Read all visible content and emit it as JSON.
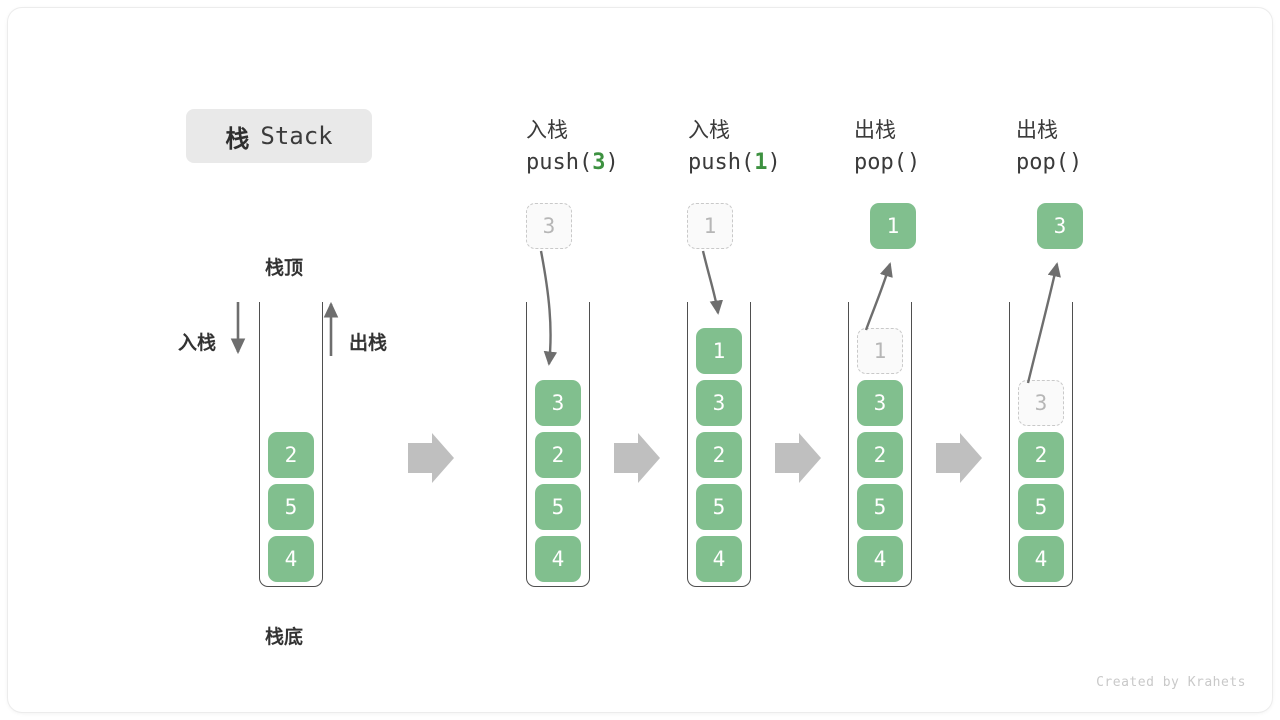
{
  "title": {
    "cn": "栈",
    "en": "Stack"
  },
  "labels": {
    "top": "栈顶",
    "bottom": "栈底",
    "push_side": "入栈",
    "pop_side": "出栈"
  },
  "credit": "Created by Krahets",
  "colors": {
    "cell_fill": "#81bf8e",
    "cell_text": "#ffffff",
    "ghost_fill": "#fafafa",
    "ghost_border": "#c9c9c9",
    "ghost_text": "#b6b6b6",
    "accent_number": "#3d9140",
    "tube_line": "#4f4f4f",
    "block_arrow": "#bfbfbf",
    "motion_arrow": "#6e6e6e",
    "chip_bg": "#e9e9e9"
  },
  "steps": [
    {
      "id": "initial",
      "head_cn": "",
      "head_code": "",
      "slots": [
        {
          "slot": 3,
          "value": "2",
          "state": "filled"
        },
        {
          "slot": 4,
          "value": "5",
          "state": "filled"
        },
        {
          "slot": 5,
          "value": "4",
          "state": "filled"
        }
      ],
      "floating": null
    },
    {
      "id": "push-3",
      "head_cn": "入栈",
      "head_code_pre": "push(",
      "head_code_num": "3",
      "head_code_post": ")",
      "slots": [
        {
          "slot": 2,
          "value": "3",
          "state": "filled"
        },
        {
          "slot": 3,
          "value": "2",
          "state": "filled"
        },
        {
          "slot": 4,
          "value": "5",
          "state": "filled"
        },
        {
          "slot": 5,
          "value": "4",
          "state": "filled"
        }
      ],
      "floating": {
        "value": "3",
        "state": "ghost"
      }
    },
    {
      "id": "push-1",
      "head_cn": "入栈",
      "head_code_pre": "push(",
      "head_code_num": "1",
      "head_code_post": ")",
      "slots": [
        {
          "slot": 1,
          "value": "1",
          "state": "filled"
        },
        {
          "slot": 2,
          "value": "3",
          "state": "filled"
        },
        {
          "slot": 3,
          "value": "2",
          "state": "filled"
        },
        {
          "slot": 4,
          "value": "5",
          "state": "filled"
        },
        {
          "slot": 5,
          "value": "4",
          "state": "filled"
        }
      ],
      "floating": {
        "value": "1",
        "state": "ghost"
      }
    },
    {
      "id": "pop-1",
      "head_cn": "出栈",
      "head_code_pre": "pop(",
      "head_code_num": "",
      "head_code_post": ")",
      "slots": [
        {
          "slot": 1,
          "value": "1",
          "state": "ghost"
        },
        {
          "slot": 2,
          "value": "3",
          "state": "filled"
        },
        {
          "slot": 3,
          "value": "2",
          "state": "filled"
        },
        {
          "slot": 4,
          "value": "5",
          "state": "filled"
        },
        {
          "slot": 5,
          "value": "4",
          "state": "filled"
        }
      ],
      "floating": {
        "value": "1",
        "state": "filled"
      }
    },
    {
      "id": "pop-2",
      "head_cn": "出栈",
      "head_code_pre": "pop(",
      "head_code_num": "",
      "head_code_post": ")",
      "slots": [
        {
          "slot": 2,
          "value": "3",
          "state": "ghost"
        },
        {
          "slot": 3,
          "value": "2",
          "state": "filled"
        },
        {
          "slot": 4,
          "value": "5",
          "state": "filled"
        },
        {
          "slot": 5,
          "value": "4",
          "state": "filled"
        }
      ],
      "floating": {
        "value": "3",
        "state": "filled"
      }
    }
  ],
  "transitions": [
    "arrow",
    "arrow",
    "arrow",
    "arrow"
  ]
}
